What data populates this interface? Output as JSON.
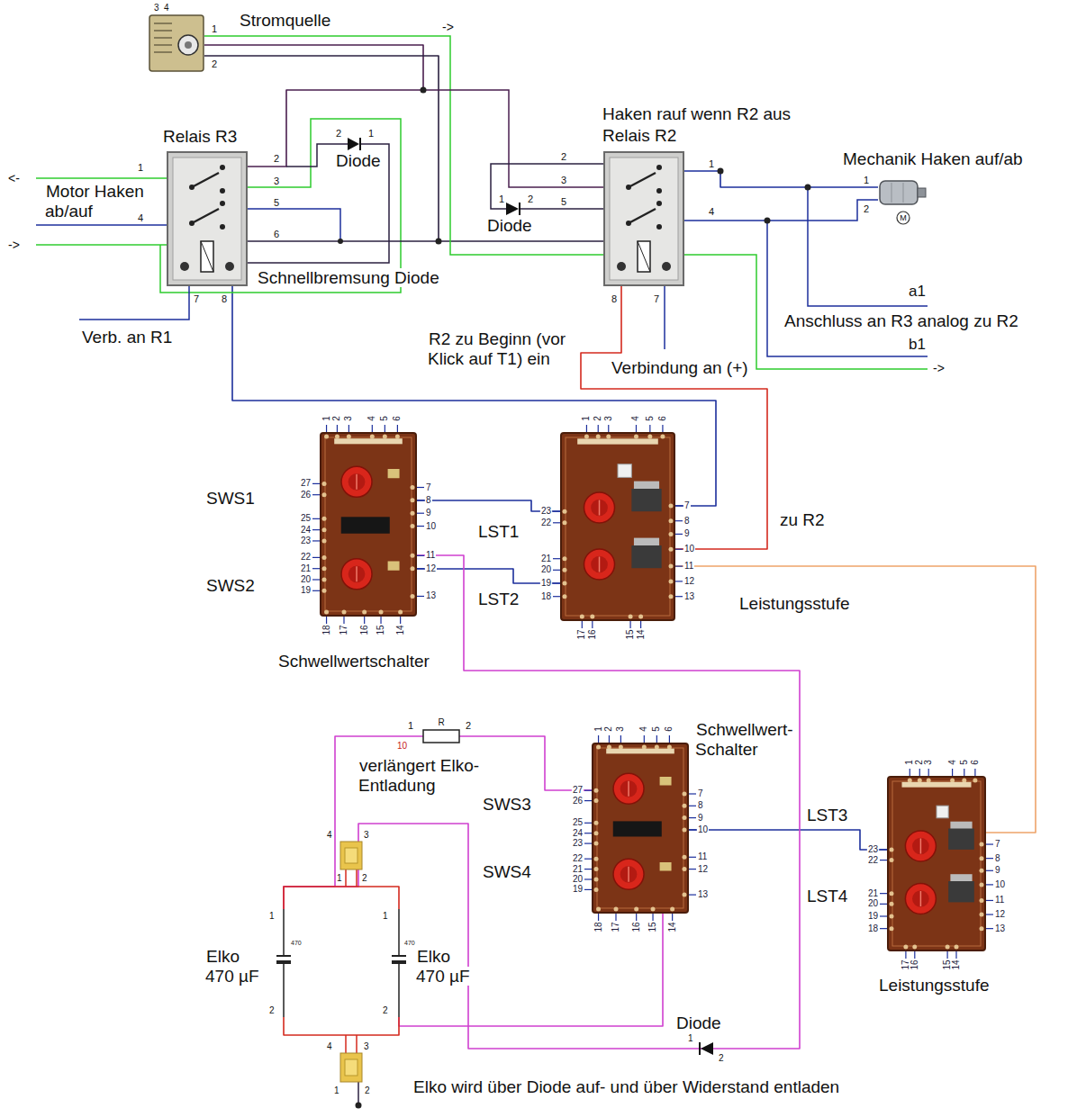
{
  "diagram": {
    "nodes": [
      {
        "text": [
          "Stromquelle"
        ]
      },
      {
        "text": [
          "Relais R3"
        ]
      },
      {
        "text": [
          "Haken rauf wenn R2 aus",
          "Relais R2"
        ]
      },
      {
        "text": [
          "Mechanik Haken auf/ab"
        ]
      },
      {
        "text": [
          "Schwellwertschalter"
        ]
      },
      {
        "text": [
          "Leistungsstufe"
        ]
      },
      {
        "text": [
          "Schwellwert- Schalter"
        ]
      },
      {
        "text": [
          "Leistungsstufe"
        ]
      },
      {
        "text": [
          "Elko 470 µF"
        ]
      },
      {
        "text": [
          "Elko 470 µF"
        ]
      }
    ],
    "edges": [
      {
        "from": 0,
        "to": 1,
        "arrow": "none"
      },
      {
        "from": 0,
        "to": 2,
        "arrow": "none"
      },
      {
        "from": 2,
        "to": 3,
        "arrow": "none"
      },
      {
        "from": 1,
        "to": 5,
        "arrow": "none"
      },
      {
        "from": 2,
        "to": 5,
        "arrow": "none"
      },
      {
        "from": 4,
        "to": 5,
        "arrow": "none"
      },
      {
        "from": 4,
        "to": 5,
        "arrow": "none"
      },
      {
        "from": 5,
        "to": 7,
        "arrow": "none"
      },
      {
        "from": 6,
        "to": 7,
        "arrow": "none"
      },
      {
        "from": 4,
        "to": 8,
        "arrow": "none"
      },
      {
        "from": 6,
        "to": 8,
        "arrow": "none"
      },
      {
        "from": 6,
        "to": 9,
        "arrow": "none"
      },
      {
        "from": 8,
        "to": 9,
        "arrow": "none"
      },
      {
        "from": 8,
        "to": 9,
        "arrow": "none"
      }
    ],
    "labels": [
      "3",
      "4",
      "1",
      "2",
      "->",
      "1",
      "2",
      "3",
      "5",
      "4",
      "6",
      "7",
      "8",
      "2",
      "1",
      "Diode",
      "<-",
      "Motor Haken ab/auf",
      "->",
      "Schnellbremsung Diode",
      "Verb. an R1",
      "2",
      "3",
      "5",
      "1",
      "4",
      "8",
      "7",
      "1",
      "2",
      "Diode",
      "1",
      "2",
      "M",
      "a1",
      "Anschluss an R3 analog zu R2",
      "b1",
      "->",
      "R2 zu Beginn (vor Klick auf T1) ein",
      "Verbindung an (+)",
      "zu R2",
      "SWS1",
      "SWS2",
      "LST1",
      "LST2",
      "SWS3",
      "SWS4",
      "LST3",
      "LST4",
      "1",
      "2",
      "R",
      "10",
      "verlängert Elko- Entladung",
      "4",
      "3",
      "1",
      "2",
      "1",
      "2",
      "1",
      "2",
      "470",
      "470",
      "4",
      "3",
      "1",
      "2",
      "Diode",
      "1",
      "2",
      "Elko wird über Diode auf- und über Widerstand entladen",
      "1",
      "2",
      "3",
      "4",
      "5",
      "6",
      "7",
      "8",
      "9",
      "10",
      "11",
      "12",
      "13",
      "18",
      "17",
      "16",
      "15",
      "14",
      "27",
      "26",
      "25",
      "24",
      "23",
      "22",
      "21",
      "20",
      "19",
      "1",
      "2",
      "3",
      "4",
      "5",
      "6",
      "7",
      "8",
      "9",
      "10",
      "11",
      "12",
      "13",
      "17",
      "16",
      "15",
      "14",
      "23",
      "22",
      "21",
      "20",
      "19",
      "18",
      "1",
      "2",
      "3",
      "4",
      "5",
      "6",
      "7",
      "8",
      "9",
      "10",
      "11",
      "12",
      "13",
      "18",
      "17",
      "16",
      "15",
      "14",
      "27",
      "26",
      "25",
      "24",
      "23",
      "22",
      "21",
      "20",
      "19",
      "1",
      "2",
      "3",
      "4",
      "5",
      "6",
      "7",
      "8",
      "9",
      "10",
      "11",
      "12",
      "13",
      "17",
      "16",
      "15",
      "14",
      "23",
      "22",
      "21",
      "20",
      "19",
      "18"
    ]
  }
}
